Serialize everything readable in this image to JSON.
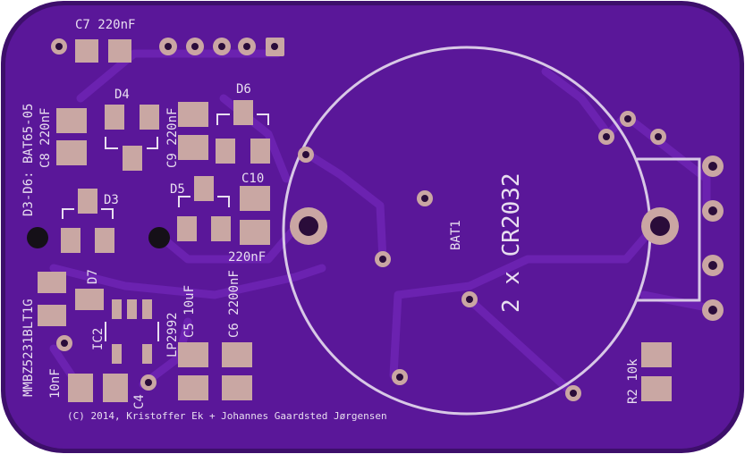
{
  "board": {
    "colors": {
      "soldermask": "#5a1799",
      "soldermask_edge": "#3d0f6b",
      "copper_trace": "#6b22b0",
      "pad": "#c9a7a3",
      "silkscreen": "#e8def0",
      "drill": "#2a0c3a"
    },
    "labels": {
      "c7": "C7 220nF",
      "d3_d6": "D3-D6: BAT65-05",
      "c8": "C8 220nF",
      "d4": "D4",
      "c9": "C9 220nF",
      "d6": "D6",
      "d3": "D3",
      "d5": "D5",
      "c10": "C10",
      "c10_value": "220nF",
      "d7": "D7",
      "mmbz": "MMBZ5231BLT1G",
      "ic2": "IC2",
      "lp2992": "LP2992",
      "c5": "C5 10uF",
      "c6": "C6 2200nF",
      "c4_value": "10nF",
      "c4": "C4",
      "bat1": "BAT1",
      "cr2032": "2 x CR2032",
      "r2": "R2 10k",
      "copyright": "(C) 2014, Kristoffer Ek + Johannes Gaardsted Jørgensen"
    }
  }
}
